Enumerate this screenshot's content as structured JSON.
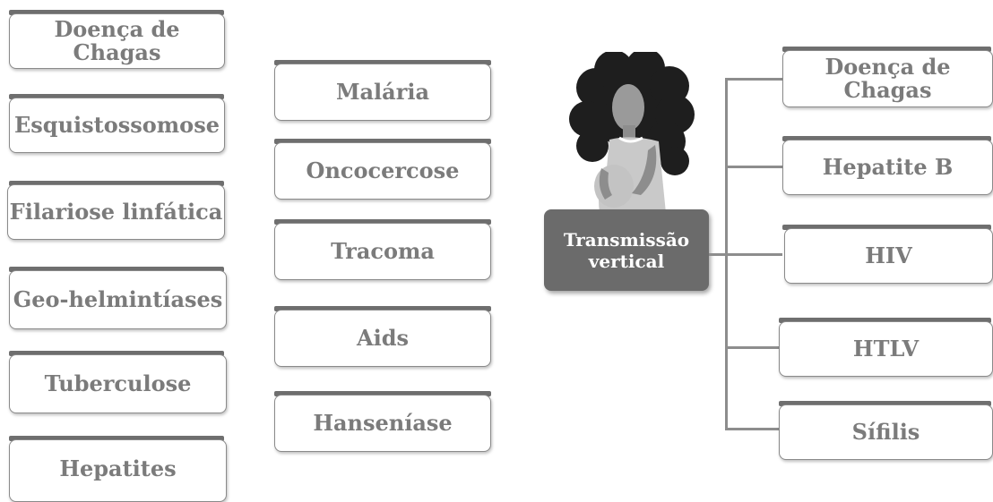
{
  "left_column": [
    "Doença de\nChagas",
    "Esquistossomose",
    "Filariose linfática",
    "Geo-helmintíases",
    "Tuberculose",
    "Hepatites"
  ],
  "middle_column": [
    "Malária",
    "Oncocercose",
    "Tracoma",
    "Aids",
    "Hanseníase"
  ],
  "center_node": "Transmissão\nvertical",
  "right_column": [
    "Doença de\nChagas",
    "Hepatite B",
    "HIV",
    "HTLV",
    "Sífilis"
  ],
  "colors": {
    "card_text": "#7b7b7b",
    "card_border": "#8a8a8a",
    "header_bar": "#6f6f6f",
    "center_fill": "#6b6b6b",
    "center_text": "#ffffff"
  },
  "illustration": "pregnant-woman-icon"
}
